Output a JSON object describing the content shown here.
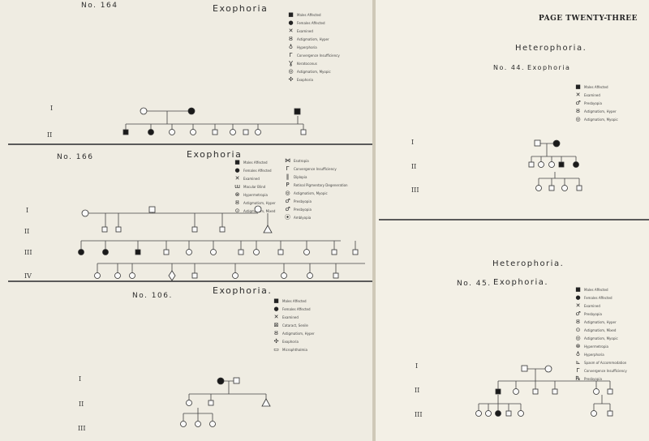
{
  "page_heading": "PAGE TWENTY-THREE",
  "panel_164": {
    "number": "No. 164",
    "title": "Exophoria",
    "generations": [
      "I",
      "II"
    ],
    "legend": [
      {
        "icon": "square-filled",
        "label": "Males Affected"
      },
      {
        "icon": "circle-filled",
        "label": "Females Affected"
      },
      {
        "icon": "cross",
        "label": "Examined"
      },
      {
        "icon": "astig-hyper",
        "label": "Astigmatism, Hyper"
      },
      {
        "icon": "hyperphoria",
        "label": "Hyperphoria"
      },
      {
        "icon": "convergence",
        "label": "Convergence Insufficiency"
      },
      {
        "icon": "keratoconus",
        "label": "Keratoconus"
      },
      {
        "icon": "astig-myopic",
        "label": "Astigmatism, Myopic"
      },
      {
        "icon": "exophoria",
        "label": "Exophoria"
      }
    ]
  },
  "panel_166": {
    "number": "No. 166",
    "title": "Exophoria",
    "generations": [
      "I",
      "II",
      "III",
      "IV"
    ],
    "legend_left": [
      {
        "icon": "square-filled",
        "label": "Males Affected"
      },
      {
        "icon": "circle-filled",
        "label": "Females Affected"
      },
      {
        "icon": "cross",
        "label": "Examined"
      },
      {
        "icon": "macular",
        "label": "Macular Blind"
      },
      {
        "icon": "hypermetropia",
        "label": "Hypermetropia"
      },
      {
        "icon": "astig-hyper",
        "label": "Astigmatism, Hyper"
      },
      {
        "icon": "astig-mixed",
        "label": "Astigmatism, Mixed"
      }
    ],
    "legend_right": [
      {
        "icon": "esotropia",
        "label": "Esotropia"
      },
      {
        "icon": "convergence",
        "label": "Convergence Insufficiency"
      },
      {
        "icon": "diplopia",
        "label": "Diplopia"
      },
      {
        "icon": "retinal",
        "label": "Retinal Pigmentary Degeneration"
      },
      {
        "icon": "astig-myopic",
        "label": "Astigmatism, Myopic"
      },
      {
        "icon": "presbyopia",
        "label": "Presbyopia"
      },
      {
        "icon": "presbyopia",
        "label": "Presbyopia"
      },
      {
        "icon": "amblyopia",
        "label": "Amblyopia"
      }
    ]
  },
  "panel_106": {
    "number": "No. 106.",
    "title": "Exophoria.",
    "generations": [
      "I",
      "II",
      "III"
    ],
    "legend": [
      {
        "icon": "square-filled",
        "label": "Males Affected"
      },
      {
        "icon": "circle-filled",
        "label": "Females Affected"
      },
      {
        "icon": "cross",
        "label": "Examined"
      },
      {
        "icon": "cataract",
        "label": "Cataract, Senile"
      },
      {
        "icon": "astig-hyper",
        "label": "Astigmatism, Hyper"
      },
      {
        "icon": "exophoria",
        "label": "Exophoria"
      },
      {
        "icon": "microphthalmia",
        "label": "Microphthalmia"
      }
    ]
  },
  "panel_44": {
    "heading": "Heterophoria.",
    "number": "No. 44.",
    "subtitle": "Exophoria",
    "generations": [
      "I",
      "II",
      "III"
    ],
    "legend": [
      {
        "icon": "square-filled",
        "label": "Males Affected"
      },
      {
        "icon": "cross",
        "label": "Examined"
      },
      {
        "icon": "presbyopia",
        "label": "Presbyopia"
      },
      {
        "icon": "astig-hyper",
        "label": "Astigmatism, Hyper"
      },
      {
        "icon": "astig-myopic",
        "label": "Astigmatism, Myopic"
      }
    ]
  },
  "panel_45": {
    "heading": "Heterophoria.",
    "number": "No. 45.",
    "subtitle": "Exophoria.",
    "generations": [
      "I",
      "II",
      "III"
    ],
    "legend": [
      {
        "icon": "square-filled",
        "label": "Males Affected"
      },
      {
        "icon": "circle-filled",
        "label": "Females Affected"
      },
      {
        "icon": "cross",
        "label": "Examined"
      },
      {
        "icon": "presbyopia",
        "label": "Presbyopia"
      },
      {
        "icon": "astig-hyper",
        "label": "Astigmatism, Hyper"
      },
      {
        "icon": "astig-mixed",
        "label": "Astigmatism, Mixed"
      },
      {
        "icon": "astig-myopic",
        "label": "Astigmatism, Myopic"
      },
      {
        "icon": "hypermetropia",
        "label": "Hypermetropia"
      },
      {
        "icon": "hyperphoria",
        "label": "Hyperphoria"
      },
      {
        "icon": "spasm",
        "label": "Spasm of Accommodation"
      },
      {
        "icon": "convergence",
        "label": "Convergence Insufficiency"
      },
      {
        "icon": "presbyopia-rx",
        "label": "Presbyopia"
      }
    ]
  },
  "icon_glyphs": {
    "square-filled": "■",
    "circle-filled": "●",
    "cross": "✕",
    "astig-hyper": "Ȣ",
    "hyperphoria": "♁",
    "convergence": "Γ",
    "keratoconus": "Ɣ",
    "astig-myopic": "◎",
    "exophoria": "✣",
    "macular": "ɯ",
    "hypermetropia": "⊗",
    "astig-mixed": "⊙",
    "esotropia": "⋈",
    "diplopia": "‖",
    "retinal": "Ρ",
    "presbyopia": "♂",
    "amblyopia": "⦿",
    "cataract": "⊠",
    "microphthalmia": "▭",
    "spasm": "⊾",
    "presbyopia-rx": "℞"
  }
}
